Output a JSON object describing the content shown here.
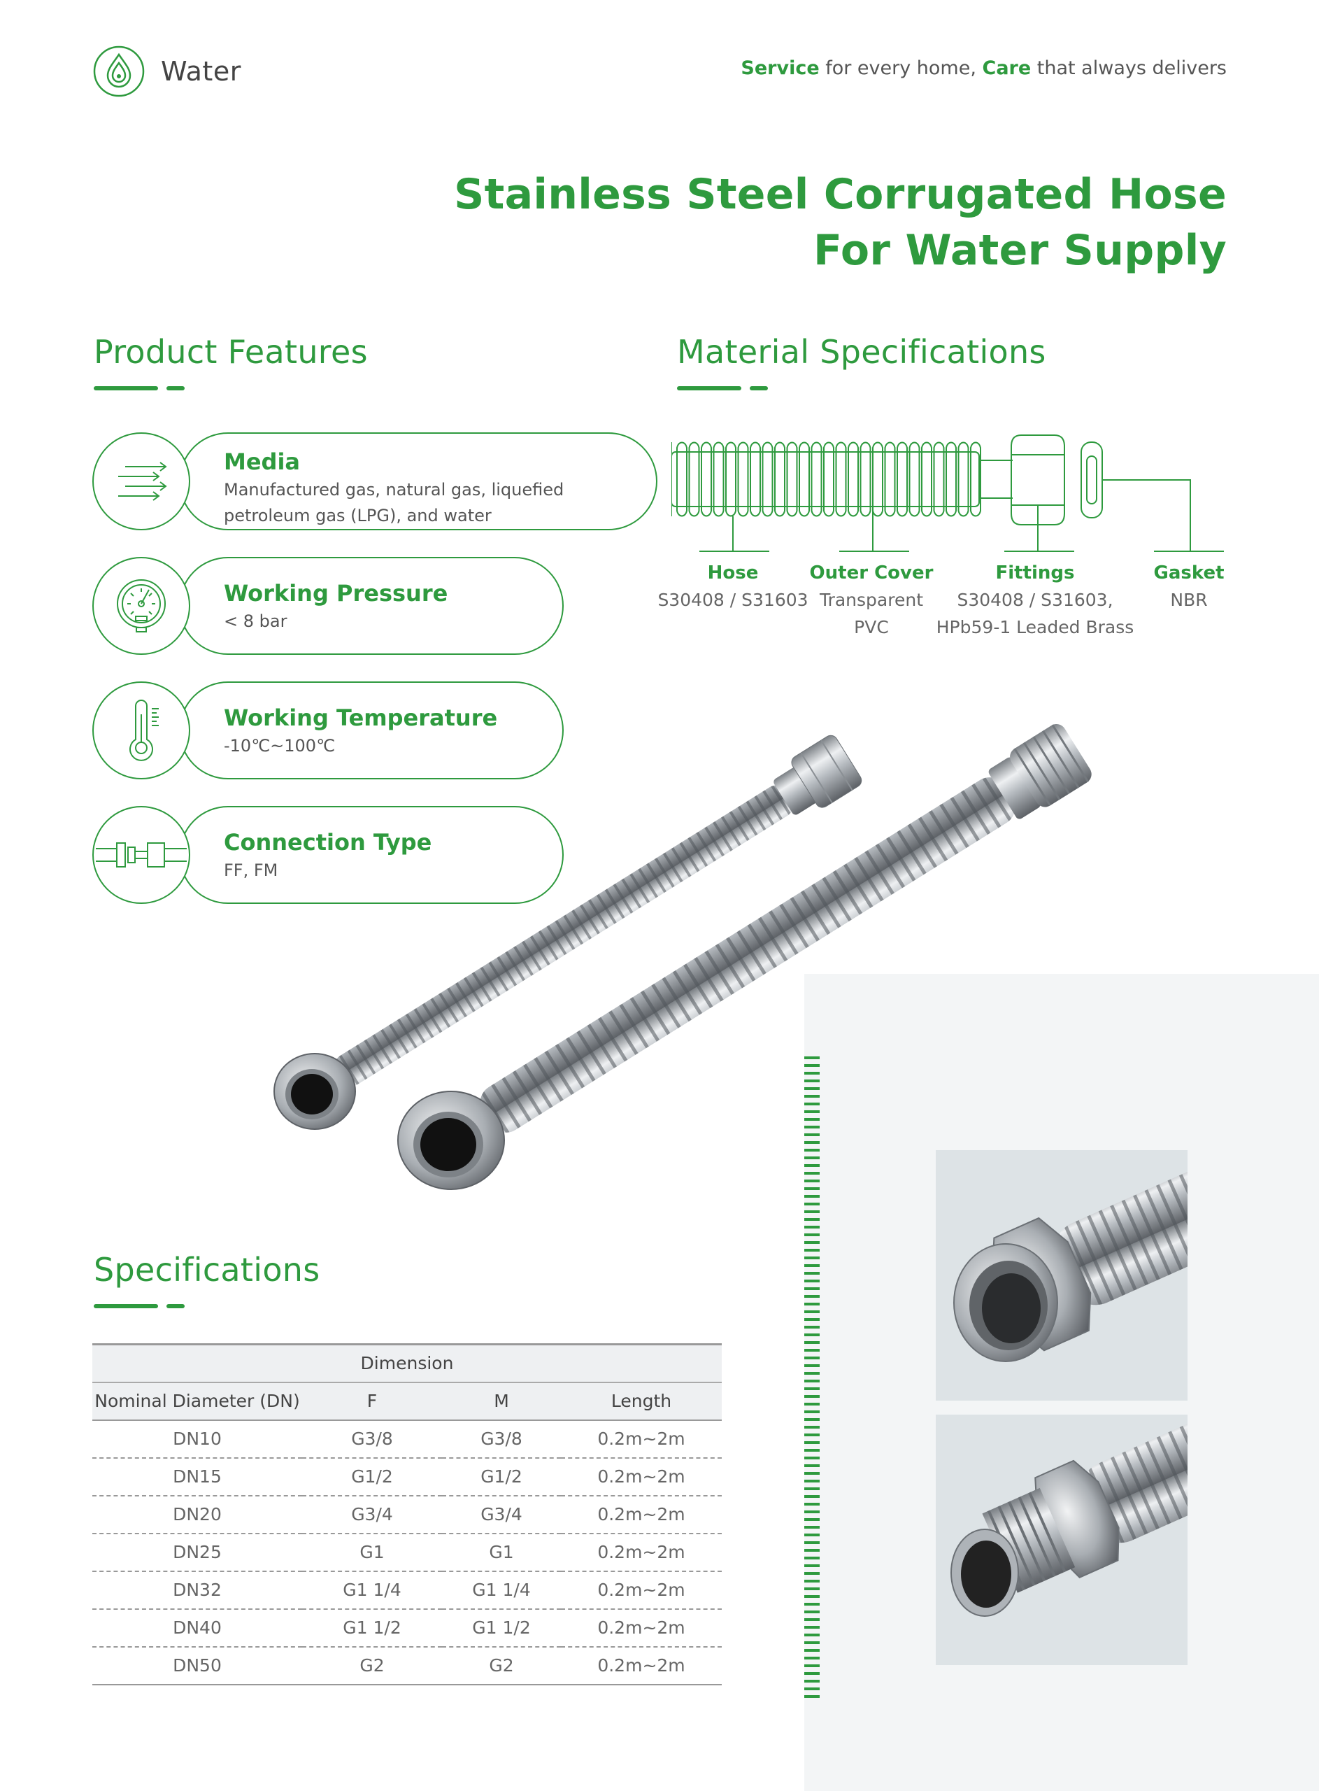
{
  "header": {
    "brand": "Water",
    "tagline": {
      "w1": "Service",
      "t1": " for every home, ",
      "w2": "Care",
      "t2": " that always delivers"
    }
  },
  "title": {
    "line1": "Stainless Steel Corrugated Hose",
    "line2": "For Water Supply"
  },
  "features": {
    "heading": "Product Features",
    "items": [
      {
        "title": "Media",
        "desc": "Manufactured gas, natural gas, liquefied petroleum gas (LPG), and water",
        "icon": "arrows-icon"
      },
      {
        "title": "Working Pressure",
        "desc": "< 8 bar",
        "icon": "pressure-gauge-icon"
      },
      {
        "title": "Working Temperature",
        "desc": "-10℃~100℃",
        "icon": "thermometer-icon"
      },
      {
        "title": "Connection Type",
        "desc": "FF, FM",
        "icon": "pipe-connector-icon"
      }
    ]
  },
  "materials": {
    "heading": "Material Specifications",
    "items": [
      {
        "name": "Hose",
        "value": "S30408 / S31603"
      },
      {
        "name": "Outer Cover",
        "value1": "Transparent",
        "value2": "PVC"
      },
      {
        "name": "Fittings",
        "value1": "S30408 / S31603,",
        "value2": "HPb59-1 Leaded Brass"
      },
      {
        "name": "Gasket",
        "value": "NBR"
      }
    ]
  },
  "specs": {
    "heading": "Specifications",
    "group_header": "Dimension",
    "columns": [
      "Nominal Diameter (DN)",
      "F",
      "M",
      "Length"
    ],
    "rows": [
      [
        "DN10",
        "G3/8",
        "G3/8",
        "0.2m~2m"
      ],
      [
        "DN15",
        "G1/2",
        "G1/2",
        "0.2m~2m"
      ],
      [
        "DN20",
        "G3/4",
        "G3/4",
        "0.2m~2m"
      ],
      [
        "DN25",
        "G1",
        "G1",
        "0.2m~2m"
      ],
      [
        "DN32",
        "G1 1/4",
        "G1 1/4",
        "0.2m~2m"
      ],
      [
        "DN40",
        "G1 1/2",
        "G1 1/2",
        "0.2m~2m"
      ],
      [
        "DN50",
        "G2",
        "G2",
        "0.2m~2m"
      ]
    ]
  },
  "colors": {
    "accent": "#2e9a3e",
    "panel": "#f3f5f6"
  }
}
